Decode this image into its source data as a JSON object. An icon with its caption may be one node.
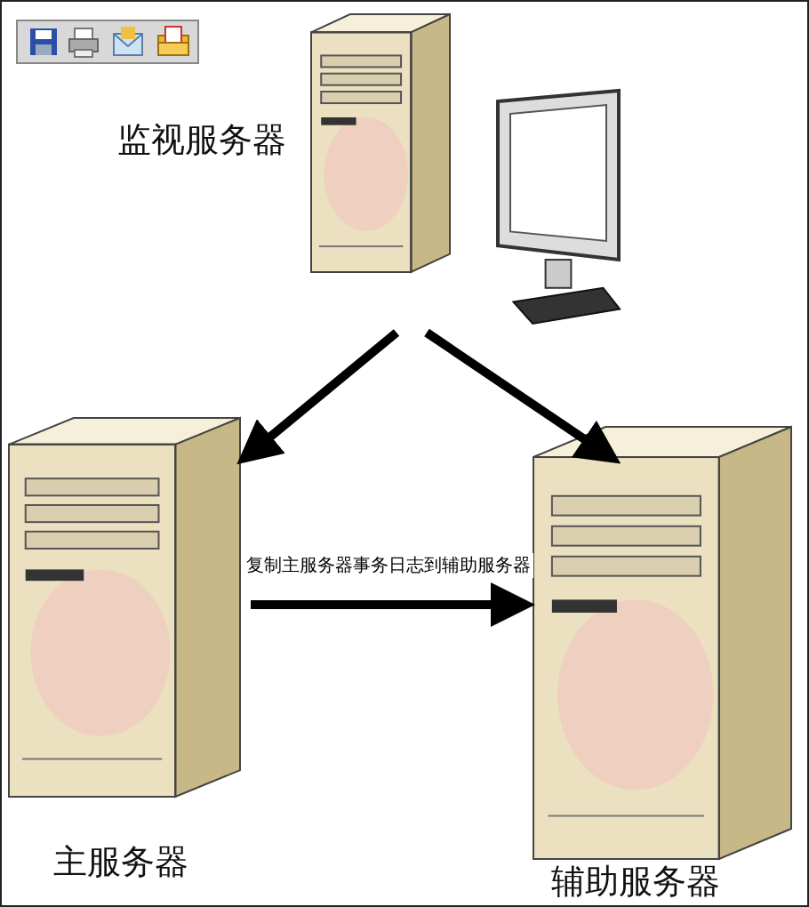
{
  "diagram": {
    "nodes": [
      {
        "text": [
          "监视服务器"
        ]
      },
      {
        "text": [
          "主服务器"
        ]
      },
      {
        "text": [
          "辅助服务器"
        ]
      }
    ],
    "edges": [
      {
        "from": 0,
        "to": 1,
        "arrow": "to"
      },
      {
        "from": 0,
        "to": 2,
        "arrow": "to"
      },
      {
        "from": 1,
        "to": 2,
        "arrow": "to",
        "label": "复制主服务器事务日志到辅助服务器"
      }
    ]
  }
}
